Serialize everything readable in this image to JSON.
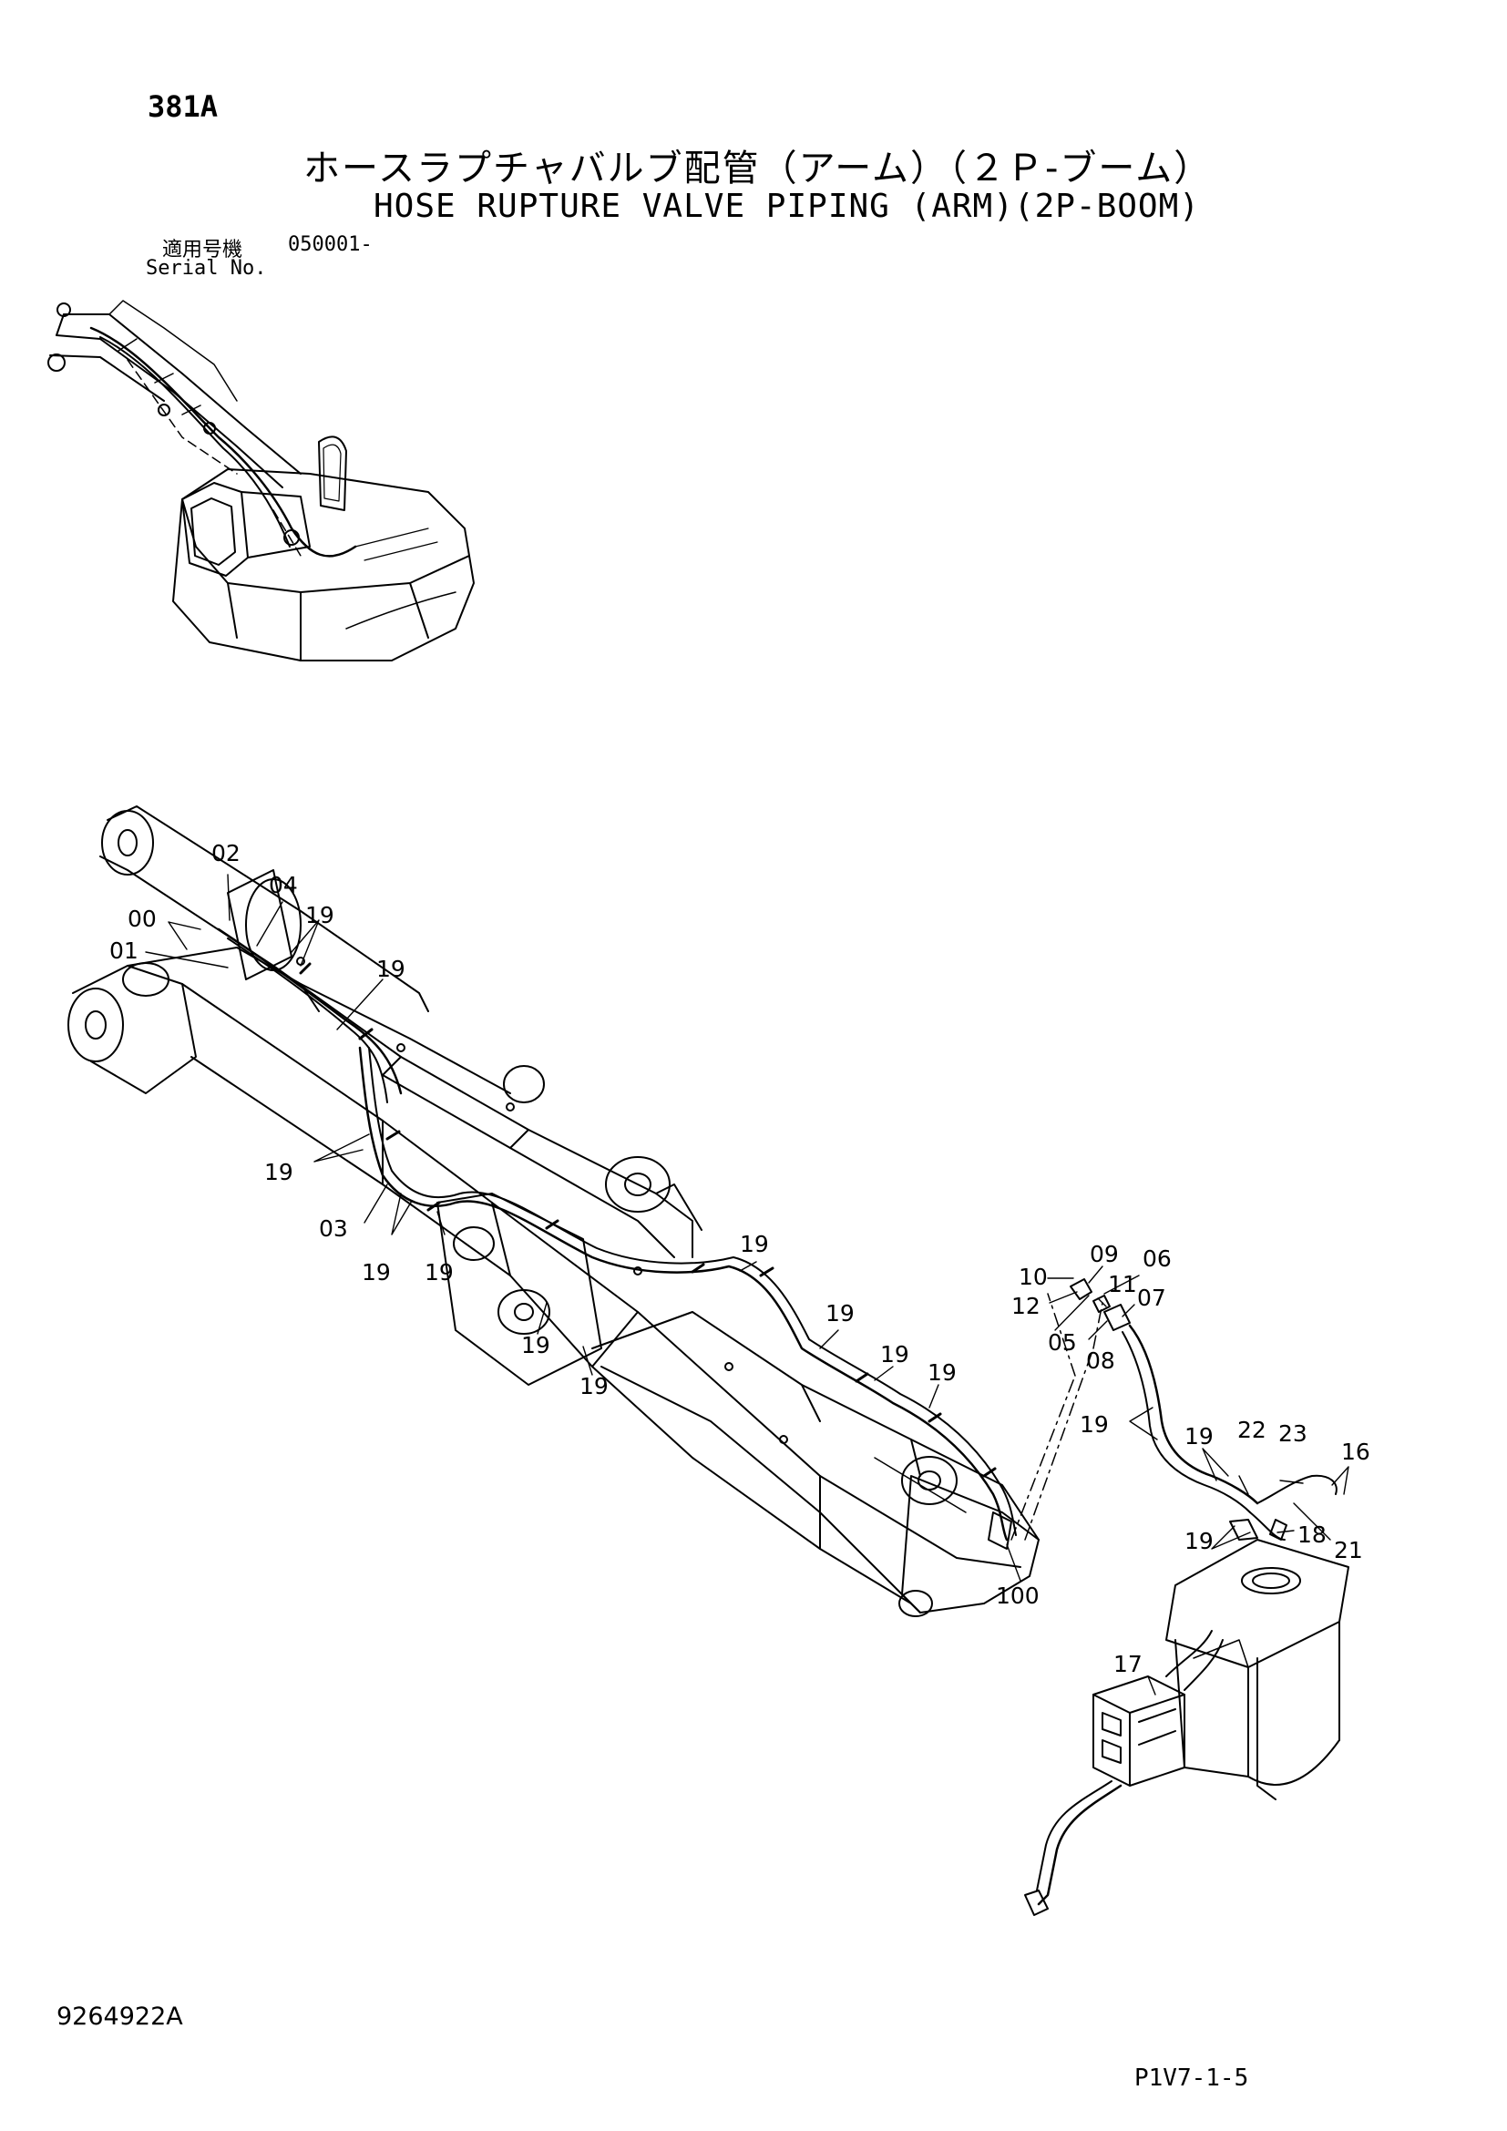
{
  "page_number": "381A",
  "title_jp": "ホースラプチャバルブ配管（アーム）（２Ｐ-ブーム）",
  "title_en": "HOSE RUPTURE VALVE PIPING (ARM)(2P-BOOM)",
  "serial": {
    "label_jp": "適用号機",
    "label_en": "Serial No.",
    "value": "050001-"
  },
  "drawing_number": "9264922A",
  "sheet_number": "P1V7-1-5",
  "callouts": {
    "c00": "00",
    "c01": "01",
    "c02": "02",
    "c03": "03",
    "c04": "04",
    "c05": "05",
    "c06": "06",
    "c07": "07",
    "c08": "08",
    "c09": "09",
    "c10": "10",
    "c11": "11",
    "c12": "12",
    "c16": "16",
    "c17": "17",
    "c18": "18",
    "c19": "19",
    "c21": "21",
    "c22": "22",
    "c23": "23",
    "c100": "100"
  }
}
